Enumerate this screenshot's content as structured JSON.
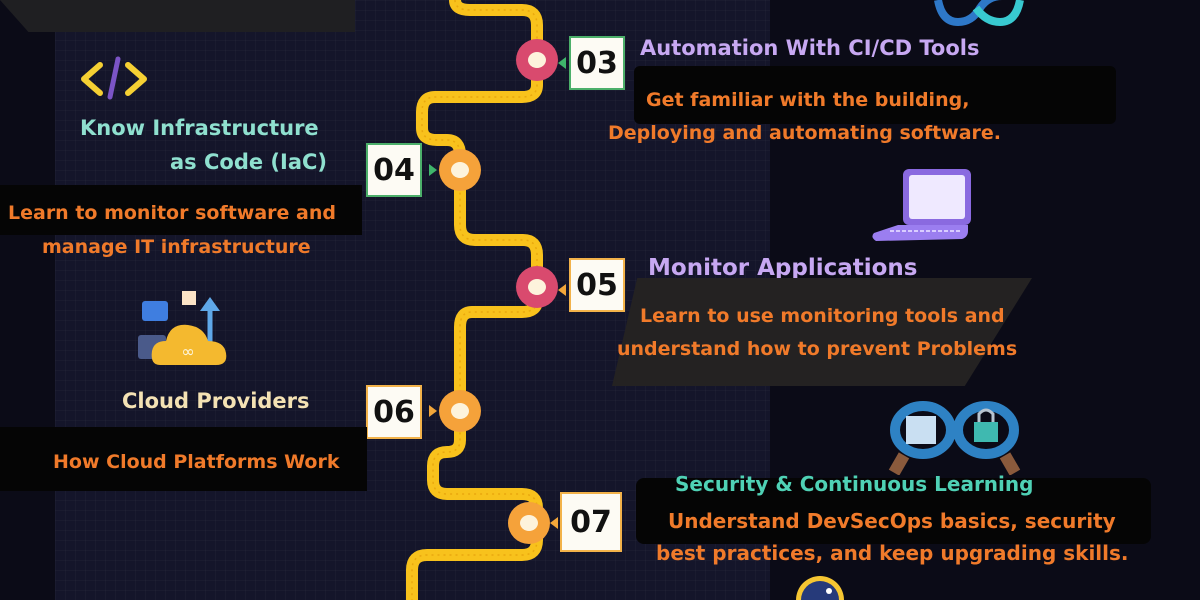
{
  "steps": [
    {
      "number": "03",
      "title": "Automation With CI/CD Tools",
      "desc_line1": "Get familiar with the building,",
      "desc_line2": "Deploying and automating software.",
      "icon": "infinity-icon"
    },
    {
      "number": "04",
      "title_line1": "Know Infrastructure",
      "title_line2": "as Code (IaC)",
      "desc_line1": "Learn to monitor software and",
      "desc_line2": "manage IT infrastructure",
      "icon": "code-brackets-icon"
    },
    {
      "number": "05",
      "title": "Monitor Applications",
      "desc_line1": "Learn to use monitoring tools and",
      "desc_line2": "understand how to prevent Problems",
      "icon": "laptop-icon"
    },
    {
      "number": "06",
      "title": "Cloud Providers",
      "desc_line1": "How Cloud Platforms Work",
      "icon": "cloud-icon"
    },
    {
      "number": "07",
      "title": "Security & Continuous Learning",
      "desc_line1": "Understand DevSecOps basics, security",
      "desc_line2": "best practices, and keep upgrading skills.",
      "icon": "devsecops-icon"
    }
  ],
  "colors": {
    "background": "#14152a",
    "path": "#f8c21c",
    "node_pink": "#d94a6e",
    "node_orange": "#f5a23a",
    "title_purple": "#c7a8f2",
    "title_teal": "#8fe0cf",
    "title_cream": "#f4e2b4",
    "title_green": "#4fd1b5",
    "desc_orange": "#f07a2a"
  }
}
